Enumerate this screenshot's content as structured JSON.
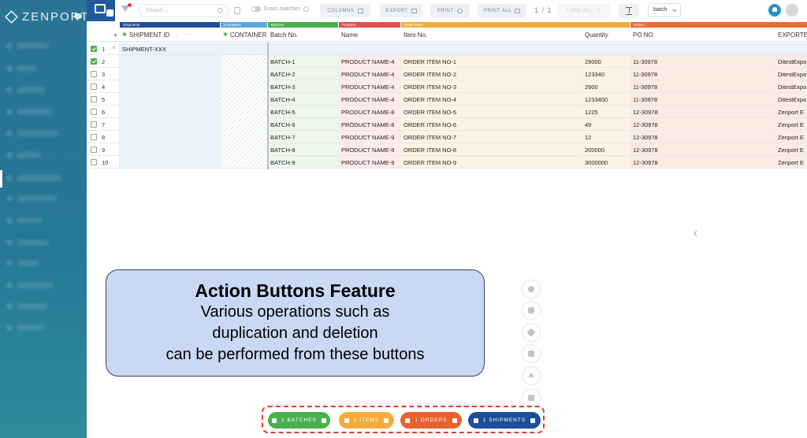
{
  "sidebar": {
    "brand": "ZENPORT"
  },
  "toolbar": {
    "search_placeholder": "Search...",
    "exact_matches_label": "Exact matches",
    "columns_label": "COLUMNS",
    "export_label": "EXPORT",
    "print_label": "PRINT",
    "print_all_label": "PRINT ALL",
    "pager": "1 / 1",
    "load_all_label": "LOAD ALL",
    "view_select_value": "batch"
  },
  "groups": [
    {
      "label": "Shipments",
      "color": "#1f4e99"
    },
    {
      "label": "Containers",
      "color": "#5aa8de"
    },
    {
      "label": "Batches",
      "color": "#44b04a"
    },
    {
      "label": "Products",
      "color": "#e54e4e"
    },
    {
      "label": "Order Items",
      "color": "#f3ac3b"
    },
    {
      "label": "Orders",
      "color": "#ef6a34"
    }
  ],
  "columns": {
    "add": "+",
    "shipment_id": "SHIPMENT ID",
    "container": "CONTAINER",
    "batch_no": "Batch No.",
    "name": "Name",
    "item_no": "Item No.",
    "quantity": "Quantity",
    "po_no": "PO NO.",
    "exporter": "EXPORTER"
  },
  "shipment_row": {
    "num": "1",
    "shipment_id": "SHIPMENT-XXX",
    "checked": true
  },
  "rows": [
    {
      "num": "2",
      "checked": true,
      "batch": "BATCH-1",
      "name": "PRODUCT NAME-4",
      "item": "ORDER ITEM NO-1",
      "qty": "29000",
      "po": "11-30978",
      "exporter": "DitestExpo"
    },
    {
      "num": "3",
      "checked": false,
      "batch": "BATCH-2",
      "name": "PRODUCT NAME-4",
      "item": "ORDER ITEM NO-2",
      "qty": "123340",
      "po": "11-30978",
      "exporter": "DitestExpo"
    },
    {
      "num": "4",
      "checked": false,
      "batch": "BATCH-3",
      "name": "PRODUCT NAME-4",
      "item": "ORDER ITEM NO-3",
      "qty": "2900",
      "po": "11-30978",
      "exporter": "DitestExpo"
    },
    {
      "num": "5",
      "checked": false,
      "batch": "BATCH-4",
      "name": "PRODUCT NAME-4",
      "item": "ORDER ITEM NO-4",
      "qty": "1233400",
      "po": "11-30978",
      "exporter": "DitestExpo"
    },
    {
      "num": "6",
      "checked": false,
      "batch": "BATCH-5",
      "name": "PRODUCT NAME-8",
      "item": "ORDER ITEM NO-5",
      "qty": "1225",
      "po": "12-30978",
      "exporter": "Zenport E"
    },
    {
      "num": "7",
      "checked": false,
      "batch": "BATCH-6",
      "name": "PRODUCT NAME-8",
      "item": "ORDER ITEM NO-6",
      "qty": "49",
      "po": "12-30978",
      "exporter": "Zenport E"
    },
    {
      "num": "8",
      "checked": false,
      "batch": "BATCH-7",
      "name": "PRODUCT NAME-9",
      "item": "ORDER ITEM NO-7",
      "qty": "12",
      "po": "12-30978",
      "exporter": "Zenport E"
    },
    {
      "num": "9",
      "checked": false,
      "batch": "BATCH-8",
      "name": "PRODUCT NAME-9",
      "item": "ORDER ITEM NO-8",
      "qty": "200000",
      "po": "12-30978",
      "exporter": "Zenport E"
    },
    {
      "num": "10",
      "checked": false,
      "batch": "BATCH-9",
      "name": "PRODUCT NAME-9",
      "item": "ORDER ITEM NO-9",
      "qty": "3000000",
      "po": "12-30978",
      "exporter": "Zenport E"
    }
  ],
  "callout": {
    "title": "Action Buttons Feature",
    "line1": "Various operations such as",
    "line2": "duplication and deletion",
    "line3": "can be performed from these buttons"
  },
  "actions": [
    {
      "label": "1 BATCHES",
      "color": "#4caf50"
    },
    {
      "label": "1 ITEMS",
      "color": "#f3ac3b"
    },
    {
      "label": "1 ORDERS",
      "color": "#e8622e"
    },
    {
      "label": "1 SHIPMENTS",
      "color": "#1f4e99"
    }
  ],
  "fab_icons": [
    "person-icon",
    "folder-icon",
    "tag-icon",
    "clone-icon",
    "eject-icon",
    "table-icon"
  ]
}
